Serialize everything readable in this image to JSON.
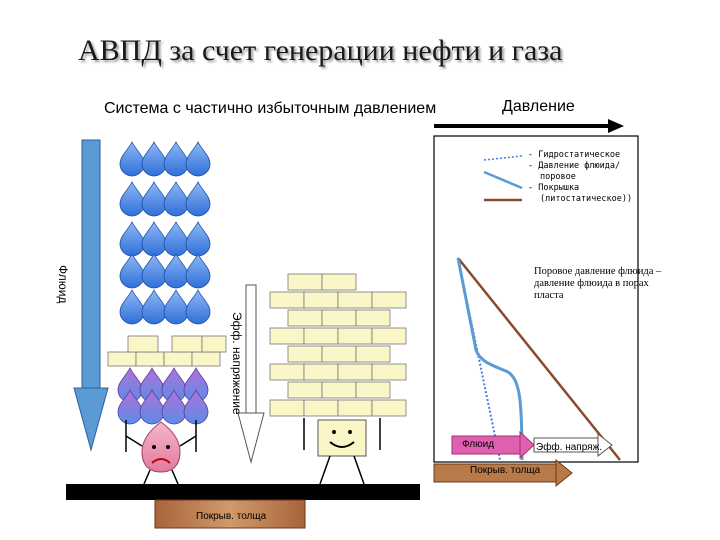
{
  "title": "АВПД за счет генерации нефти и газа",
  "subtitle": "Система с частично избыточным давлением",
  "pressure_axis_label": "Давление",
  "fluid_label": "Флюид",
  "eff_stress_label": "Эфф. напряжение",
  "caprock_label": "Покрыв. толща",
  "legend": {
    "hydrostatic": "- Гидростатическое",
    "pore_line1": "- Давление флюида/",
    "pore_line2": "поровое",
    "lithostatic_line1": "- Покрышка",
    "lithostatic_line2": "(литостатическое))"
  },
  "note": "Поровое давление флюида – давление флюида в порах пласта",
  "graph_fluid_tag": "Флюид",
  "graph_eff_tag": "Эфф. напряж.",
  "graph_caprock_tag": "Покрыв. толща",
  "colors": {
    "drop": "#3b7fe0",
    "drop_purple": "#a54fc9",
    "brick": "#fbf6c8",
    "arrow_blue": "#5b9bd5",
    "litho": "#8b4a2b",
    "face_pink": "#f4a3b8"
  }
}
